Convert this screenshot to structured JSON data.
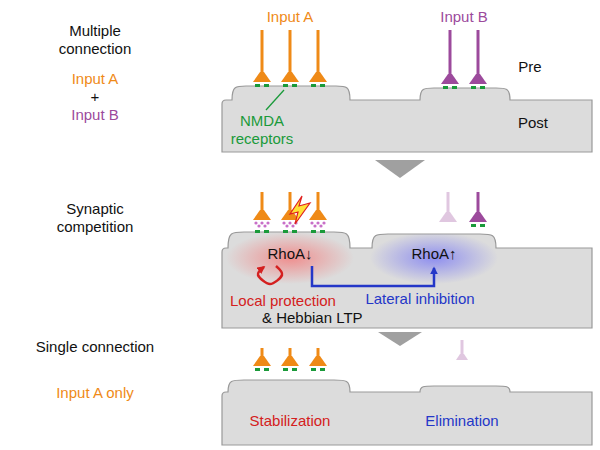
{
  "diagram": {
    "nodes": [
      {
        "text": [
          "RhoA↓"
        ]
      },
      {
        "text": [
          "RhoA↑"
        ]
      }
    ],
    "edges": [
      {
        "from": 0,
        "to": 0,
        "arrow": "to"
      },
      {
        "from": 0,
        "to": 1,
        "arrow": "to",
        "label": "Lateral inhibition"
      }
    ],
    "labels": [
      "Multiple connection",
      "Input A",
      "+",
      "Input B",
      "Input A",
      "Input B",
      "Pre",
      "Post",
      "NMDA receptors",
      "Synaptic competition",
      "Local protection",
      "& Hebbian LTP",
      "Single connection",
      "Input A only",
      "Stabilization",
      "Elimination"
    ]
  }
}
